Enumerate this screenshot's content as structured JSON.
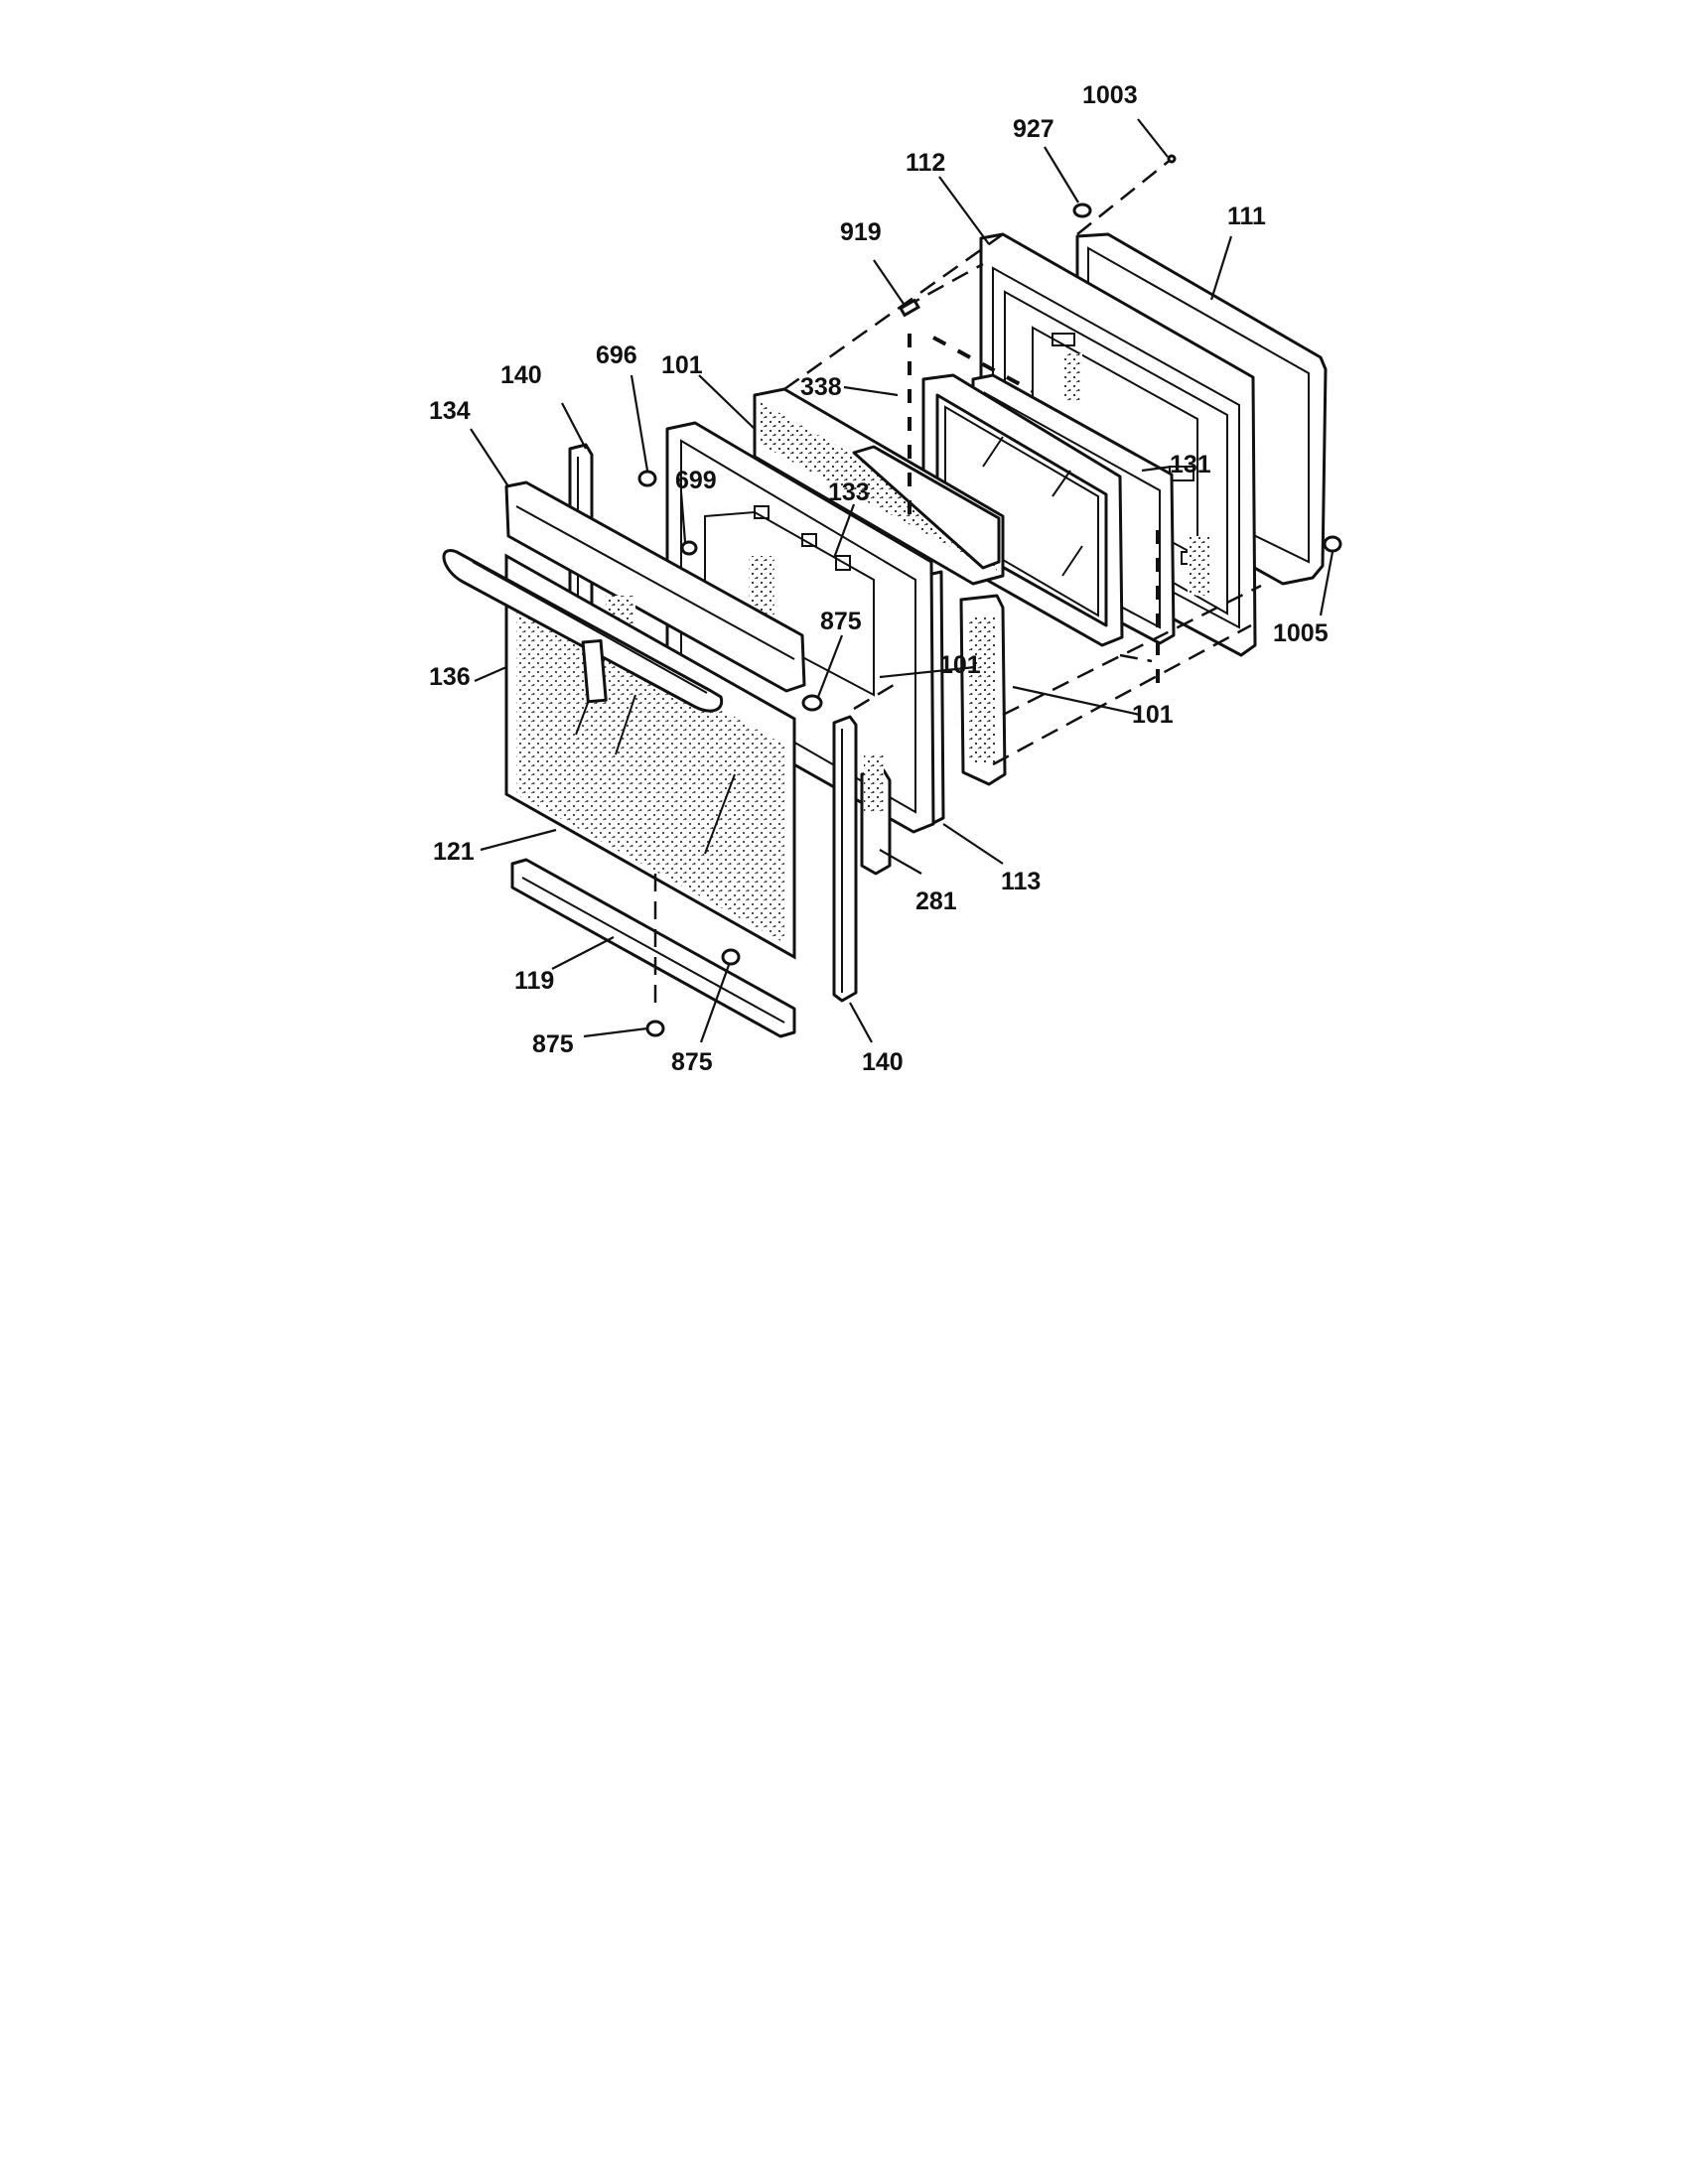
{
  "diagram": {
    "type": "exploded-parts-view",
    "callouts": [
      "1003",
      "927",
      "112",
      "111",
      "919",
      "696",
      "101",
      "338",
      "140",
      "134",
      "699",
      "133",
      "131",
      "875",
      "1005",
      "136",
      "121",
      "281",
      "113",
      "119",
      "140",
      "875",
      "875"
    ]
  }
}
